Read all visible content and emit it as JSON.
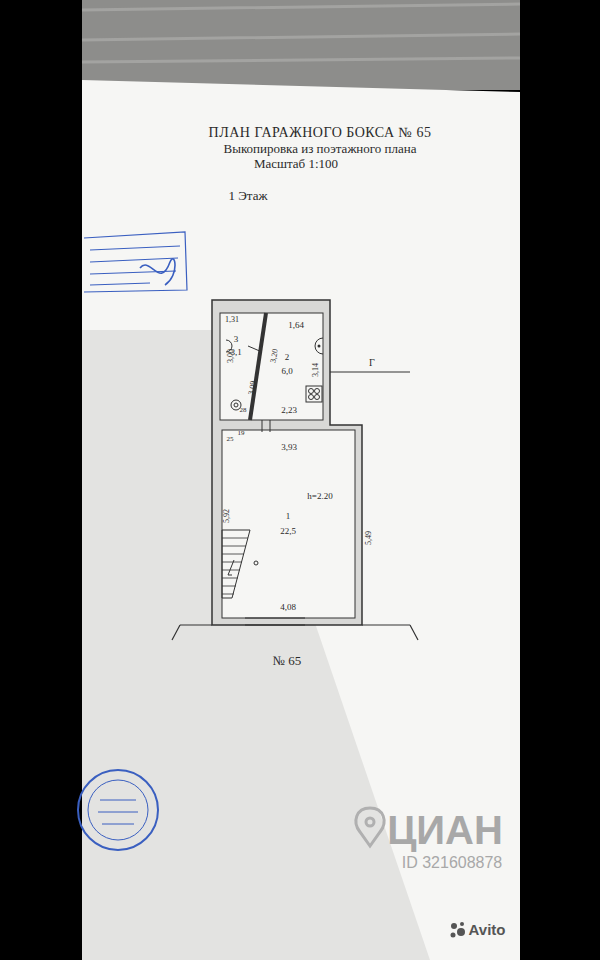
{
  "diagram": {
    "title": "ПЛАН ГАРАЖНОГО БОКСА № 65",
    "nodes": [
      {
        "text": [
          "3",
          "3,1"
        ]
      },
      {
        "text": [
          "2",
          "6,0"
        ]
      },
      {
        "text": [
          "h=2.20",
          "1",
          "22,5"
        ]
      }
    ],
    "labels": [
      "Выкопировка из поэтажного плана",
      "Масштаб 1:100",
      "1 Этаж",
      "1,31",
      "3,00",
      "3,20",
      "3,09",
      "1,64",
      "3,14",
      "Г",
      "28",
      "2,23",
      "25",
      "19",
      "3,93",
      "5,92",
      "5,49",
      "4,08",
      "№ 65",
      "ЦИАН",
      "ID 321608878",
      "Avito"
    ]
  }
}
